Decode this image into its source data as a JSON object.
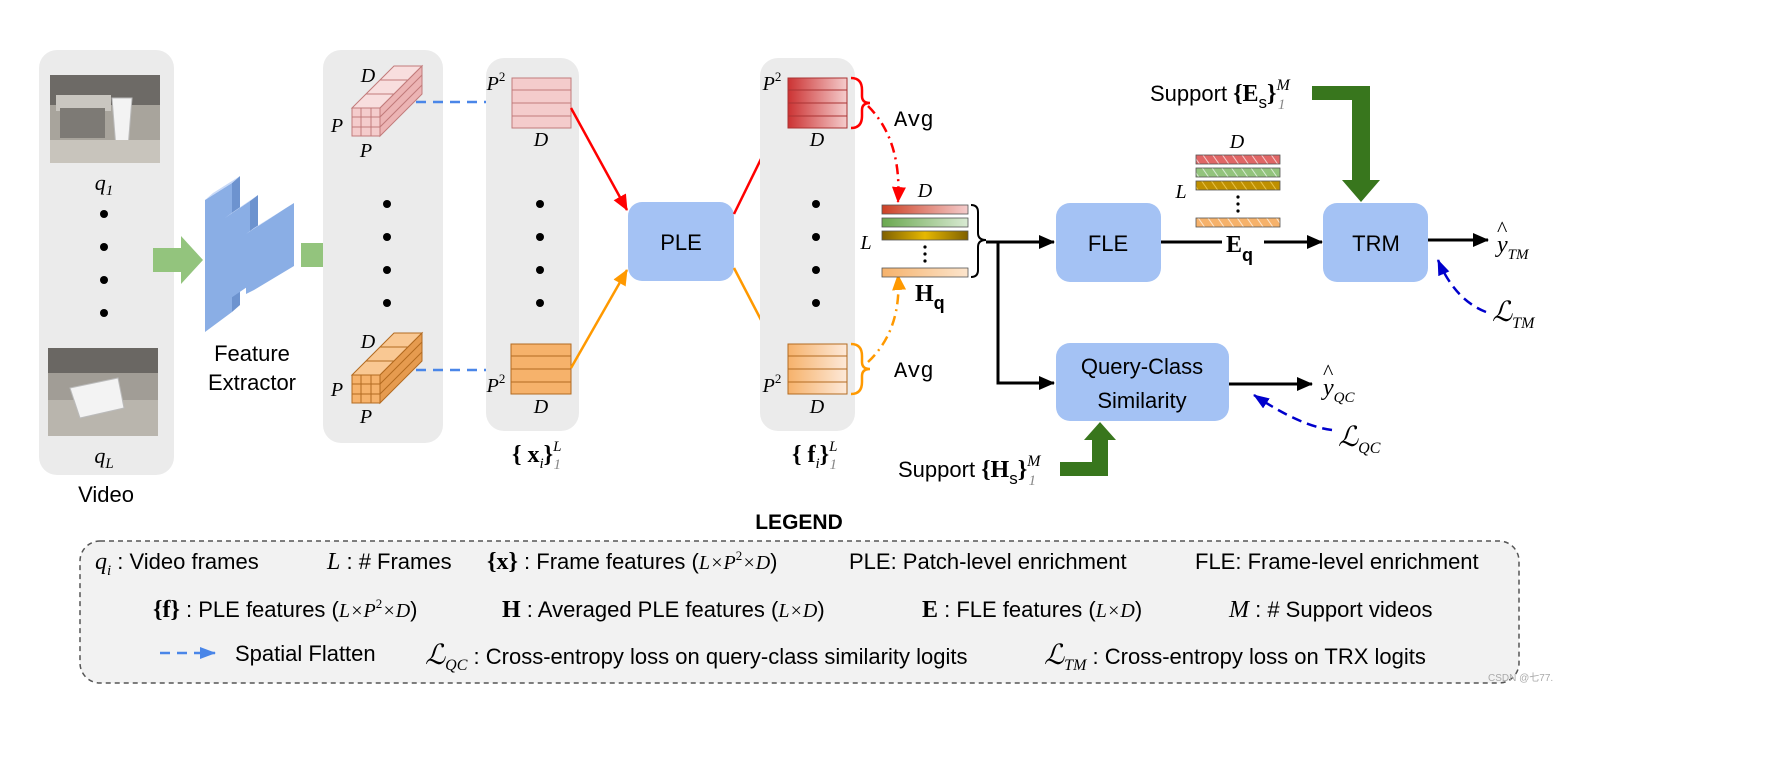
{
  "diagram": {
    "video": {
      "label": "Video",
      "frame_first": "q",
      "frame_first_sub": "1",
      "frame_last": "q",
      "frame_last_sub": "L"
    },
    "feature_extractor": {
      "line1": "Feature",
      "line2": "Extractor"
    },
    "patch_dims": {
      "D": "D",
      "P": "P",
      "P2": "P",
      "P2_sup": "2"
    },
    "x_set": {
      "open": "{",
      "var": "x",
      "sub": "i",
      "close": "}",
      "sup": "L",
      "low": "1"
    },
    "f_set": {
      "open": "{",
      "var": "f",
      "sub": "i",
      "close": "}",
      "sup": "L",
      "low": "1"
    },
    "ple_box": "PLE",
    "fle_box": "FLE",
    "trm_box": "TRM",
    "qcs_box": {
      "line1": "Query-Class",
      "line2": "Similarity"
    },
    "avg": "Avg",
    "Hq": {
      "var": "H",
      "sub": "q"
    },
    "Eq": {
      "var": "E",
      "sub": "q"
    },
    "L_label": "L",
    "support_E": {
      "prefix": "Support",
      "open": "{",
      "var": "E",
      "sub": "s",
      "close": "}",
      "sup": "M",
      "low": "1"
    },
    "support_H": {
      "prefix": "Support",
      "open": "{",
      "var": "H",
      "sub": "s",
      "close": "}",
      "sup": "M",
      "low": "1"
    },
    "y_tm": {
      "hat": "^",
      "var": "y",
      "sub": "TM"
    },
    "y_qc": {
      "hat": "^",
      "var": "y",
      "sub": "QC"
    },
    "loss_tm": {
      "var": "ℒ",
      "sub": "TM"
    },
    "loss_qc": {
      "var": "ℒ",
      "sub": "QC"
    }
  },
  "legend": {
    "title": "LEGEND",
    "row1": [
      {
        "sym": "q",
        "sub": "i",
        "text": " : Video frames"
      },
      {
        "sym": "L",
        "text": " : # Frames"
      },
      {
        "sym": "{x}",
        "text": " : Frame features (",
        "math": "L×P",
        "sup": "2",
        "math2": "×D",
        "end": ")"
      },
      {
        "text": "PLE: Patch-level enrichment"
      },
      {
        "text": "FLE: Frame-level enrichment"
      }
    ],
    "row2": [
      {
        "sym": "{f}",
        "text": " : PLE features (",
        "math": "L×P",
        "sup": "2",
        "math2": "×D",
        "end": ")"
      },
      {
        "sym": "H",
        "text": " : Averaged PLE features (",
        "math": "L×D",
        "end": ")"
      },
      {
        "sym": "E",
        "text": " : FLE features (",
        "math": "L×D",
        "end": ")"
      },
      {
        "sym": "M",
        "text": " : # Support videos"
      }
    ],
    "row3": [
      {
        "text": "Spatial Flatten"
      },
      {
        "sym": "ℒ",
        "sub": "QC",
        "text": " : Cross-entropy loss on query-class similarity logits"
      },
      {
        "sym": "ℒ",
        "sub": "TM",
        "text": " : Cross-entropy loss on TRX logits"
      }
    ]
  },
  "watermark": "CSDN @七77.",
  "colors": {
    "panel": "#ebebeb",
    "box": "#a4c2f4",
    "green_arrow": "#93c47d",
    "dark_green": "#38761d",
    "red": "#ff0000",
    "orange": "#ff9900",
    "blue_dash": "#4a86e8",
    "navy_dash": "#0000cc"
  }
}
